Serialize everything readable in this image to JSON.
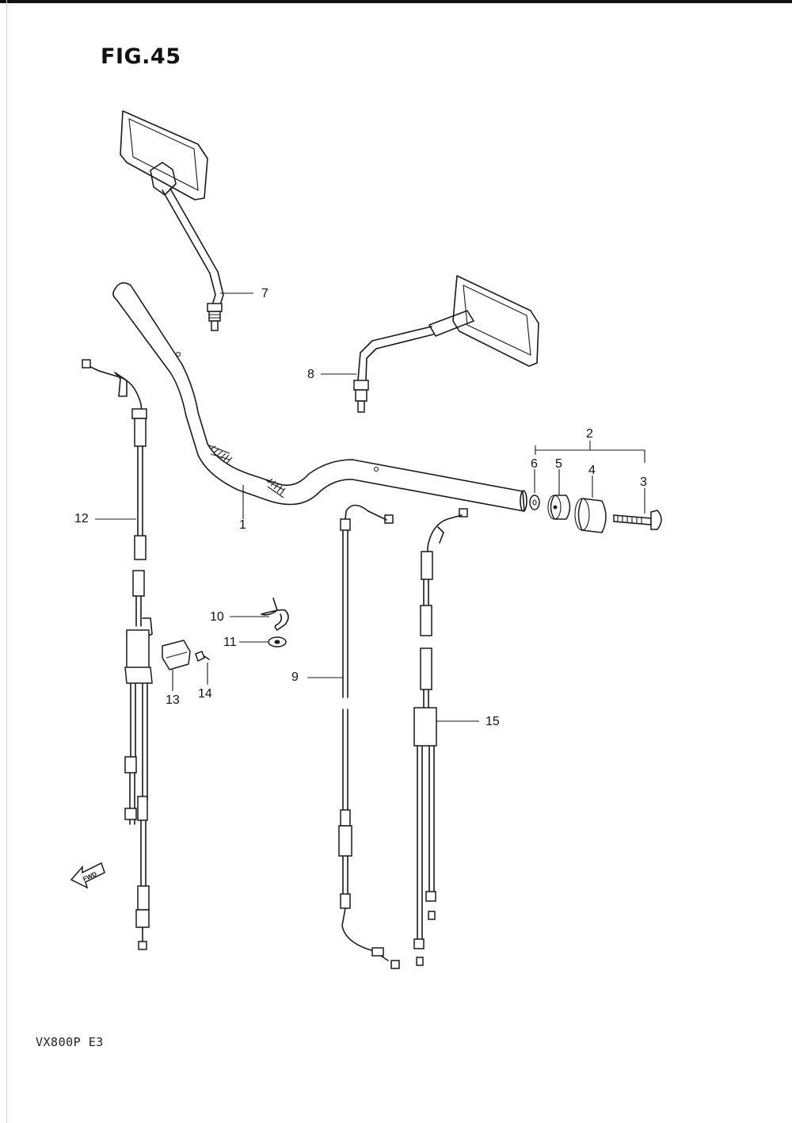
{
  "figure": {
    "title": "FIG.45",
    "model": "VX800P  E3"
  },
  "forward_marker": {
    "label": "FWD",
    "icon": "forward-arrow-icon"
  },
  "callouts": [
    "1",
    "2",
    "3",
    "4",
    "5",
    "6",
    "7",
    "8",
    "9",
    "10",
    "11",
    "12",
    "13",
    "14",
    "15"
  ]
}
